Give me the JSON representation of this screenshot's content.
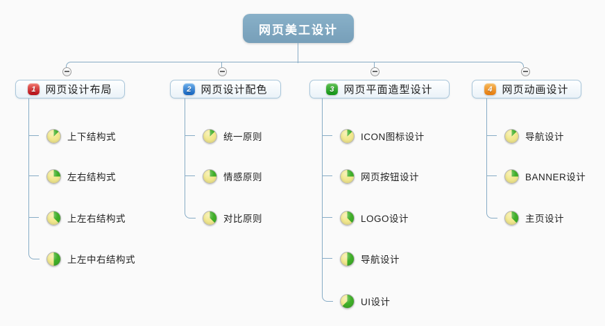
{
  "root": {
    "label": "网页美工设计"
  },
  "branches": [
    {
      "label": "网页设计布局",
      "priority": "1",
      "badge_colors": {
        "top": "#f2766c",
        "bottom": "#b40a14"
      },
      "children": [
        {
          "label": "上下结构式",
          "progress": "1/8"
        },
        {
          "label": "左右结构式",
          "progress": "2/8"
        },
        {
          "label": "上左右结构式",
          "progress": "3/8"
        },
        {
          "label": "上左中右结构式",
          "progress": "4/8"
        }
      ]
    },
    {
      "label": "网页设计配色",
      "priority": "2",
      "badge_colors": {
        "top": "#6fb1ec",
        "bottom": "#1261bd"
      },
      "children": [
        {
          "label": "统一原则",
          "progress": "1/8"
        },
        {
          "label": "情感原则",
          "progress": "2/8"
        },
        {
          "label": "对比原则",
          "progress": "3/8"
        }
      ]
    },
    {
      "label": "网页平面造型设计",
      "priority": "3",
      "badge_colors": {
        "top": "#62c155",
        "bottom": "#0f9312"
      },
      "children": [
        {
          "label": "ICON图标设计",
          "progress": "1/8"
        },
        {
          "label": "网页按钮设计",
          "progress": "2/8"
        },
        {
          "label": "LOGO设计",
          "progress": "3/8"
        },
        {
          "label": "导航设计",
          "progress": "4/8"
        },
        {
          "label": "UI设计",
          "progress": "5/8"
        }
      ]
    },
    {
      "label": "网页动画设计",
      "priority": "4",
      "badge_colors": {
        "top": "#f7bc60",
        "bottom": "#e5790a"
      },
      "children": [
        {
          "label": "导航设计",
          "progress": "1/8"
        },
        {
          "label": "BANNER设计",
          "progress": "2/8"
        },
        {
          "label": "主页设计",
          "progress": "3/8"
        }
      ]
    }
  ],
  "colors": {
    "background": "#fafafa",
    "root_fill_top": "#88b0c8",
    "root_fill_bottom": "#779fb9",
    "root_text": "#ffffff",
    "connector": "#86abc5",
    "node_fill_top": "#feffff",
    "node_fill_bottom": "#eaf2f8",
    "node_border": "#a9c6da",
    "node_text": "#1c1c1c",
    "pie_done_green": "#3fae28",
    "pie_remaining_yellow": "#f2e88e",
    "pie_ring": "#b5b5b5"
  },
  "icons": {
    "collapse": "minus-in-circle",
    "progress": "pie-chart-eighths",
    "priority": "numbered-glossy-square"
  }
}
